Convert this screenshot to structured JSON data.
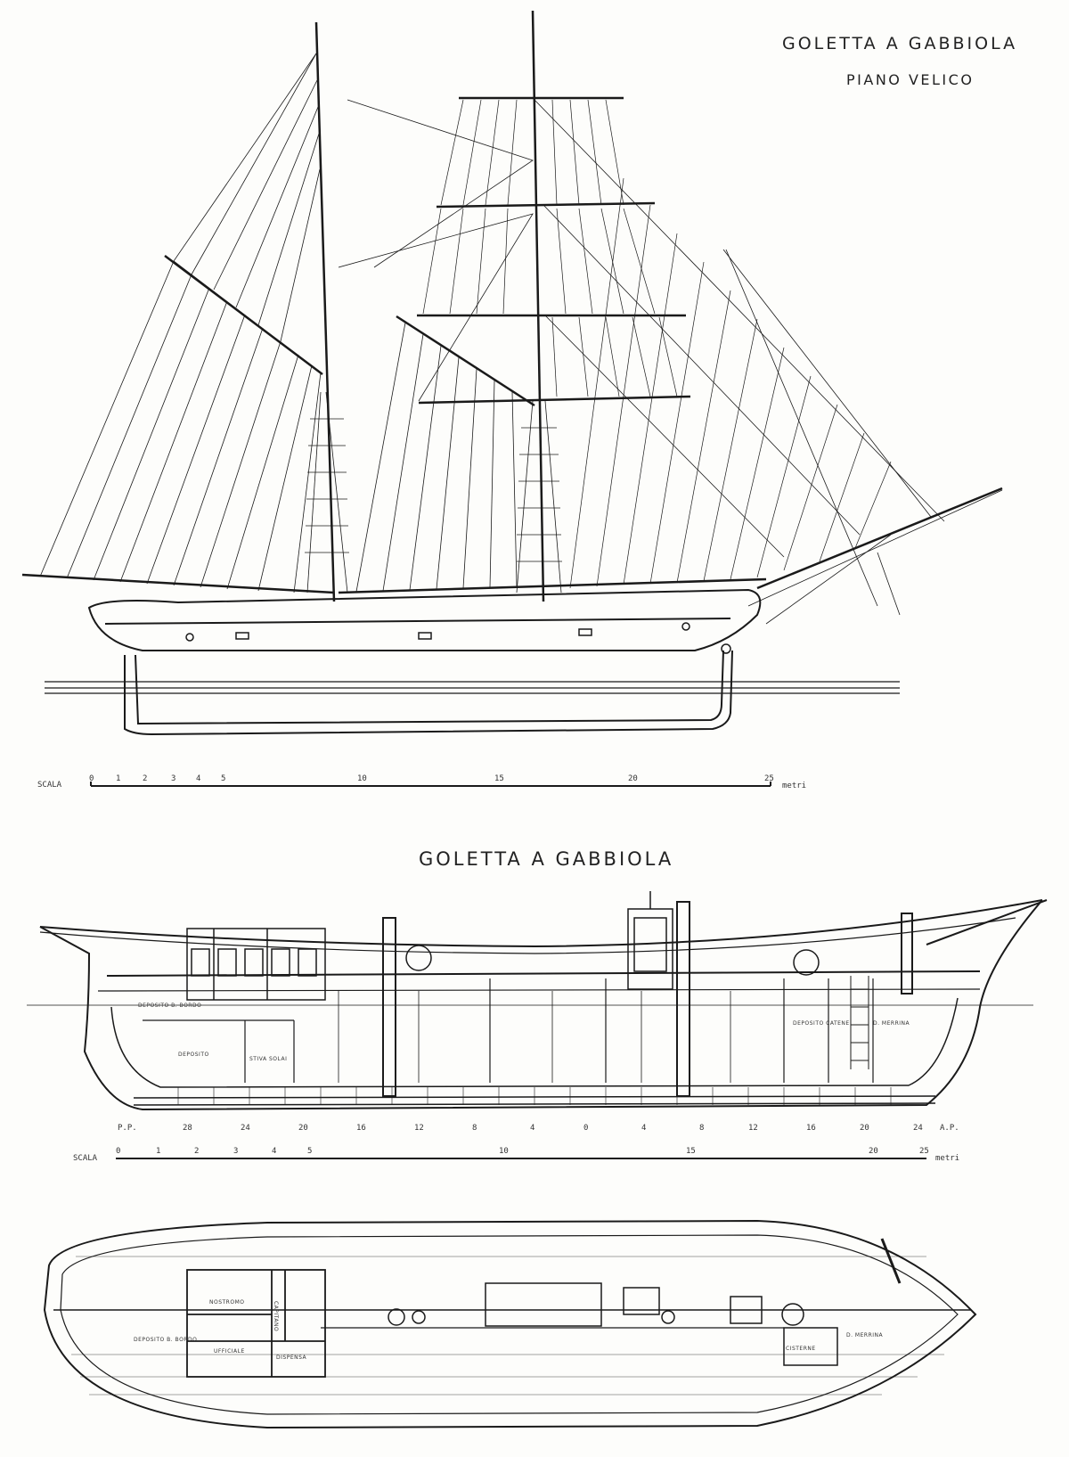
{
  "sail_plan": {
    "title": "GOLETTA A GABBIOLA",
    "subtitle": "PIANO VELICO",
    "scale": {
      "label": "SCALA",
      "ticks": [
        "0",
        "1",
        "2",
        "3",
        "4",
        "5",
        "10",
        "15",
        "20",
        "25"
      ],
      "unit": "metri"
    }
  },
  "profile_section": {
    "title": "GOLETTA A GABBIOLA",
    "rooms": [
      {
        "label": "DEPOSITO B. BORDO"
      },
      {
        "label": "DEPOSITO"
      },
      {
        "label": "STIVA SOLAI"
      },
      {
        "label": "DEPOSITO CATENE"
      },
      {
        "label": "D. MERRINA"
      }
    ],
    "frame_numbers": [
      "P.P.",
      "28",
      "24",
      "20",
      "16",
      "12",
      "8",
      "4",
      "0",
      "4",
      "8",
      "12",
      "16",
      "20",
      "24",
      "A.P."
    ],
    "scale": {
      "label": "SCALA",
      "ticks": [
        "0",
        "1",
        "2",
        "3",
        "4",
        "5",
        "10",
        "15",
        "20",
        "25"
      ],
      "unit": "metri"
    }
  },
  "deck_plan": {
    "rooms": [
      {
        "label": "NOSTROMO"
      },
      {
        "label": "CAPITANO"
      },
      {
        "label": "UFFICIALE"
      },
      {
        "label": "DISPENSA"
      },
      {
        "label": "DEPOSITO B. BORDO"
      },
      {
        "label": "CISTERNE"
      },
      {
        "label": "D. MERRINA"
      }
    ]
  },
  "colors": {
    "ink": "#1a1a1a",
    "paper": "#fdfdfb"
  }
}
